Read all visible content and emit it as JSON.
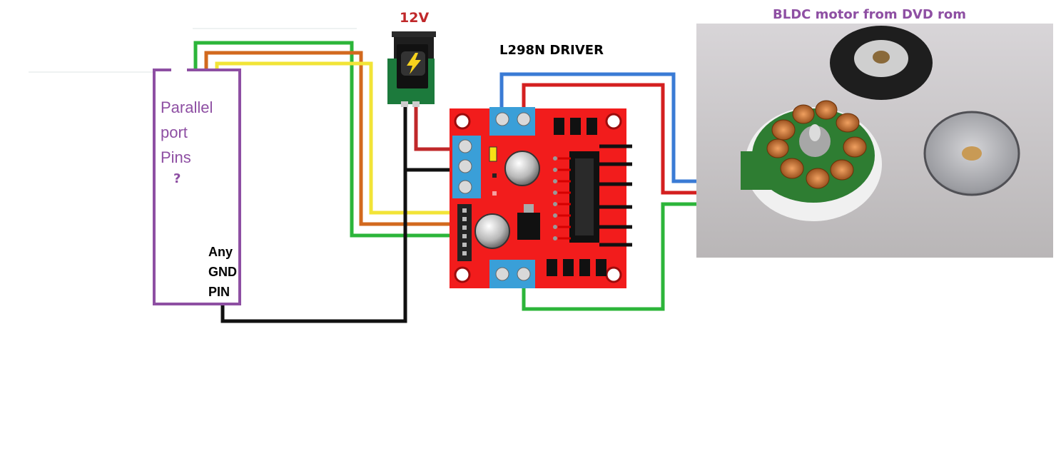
{
  "labels": {
    "power": "12V",
    "driver": "L298N DRIVER",
    "motor": "BLDC motor from DVD rom",
    "parallel_port": [
      "Parallel",
      "port",
      "Pins"
    ],
    "question": "?",
    "ground": [
      "Any",
      "GND",
      "PIN"
    ]
  },
  "colors": {
    "label_purple": "#8e4fa3",
    "power_red": "#c0282a",
    "board_red": "#f21c1c",
    "wire_green": "#2cb53a",
    "wire_orange": "#d2691e",
    "wire_yellow": "#f2e437",
    "wire_black": "#111111",
    "wire_red": "#d42020",
    "wire_blue": "#3a7bd5"
  }
}
